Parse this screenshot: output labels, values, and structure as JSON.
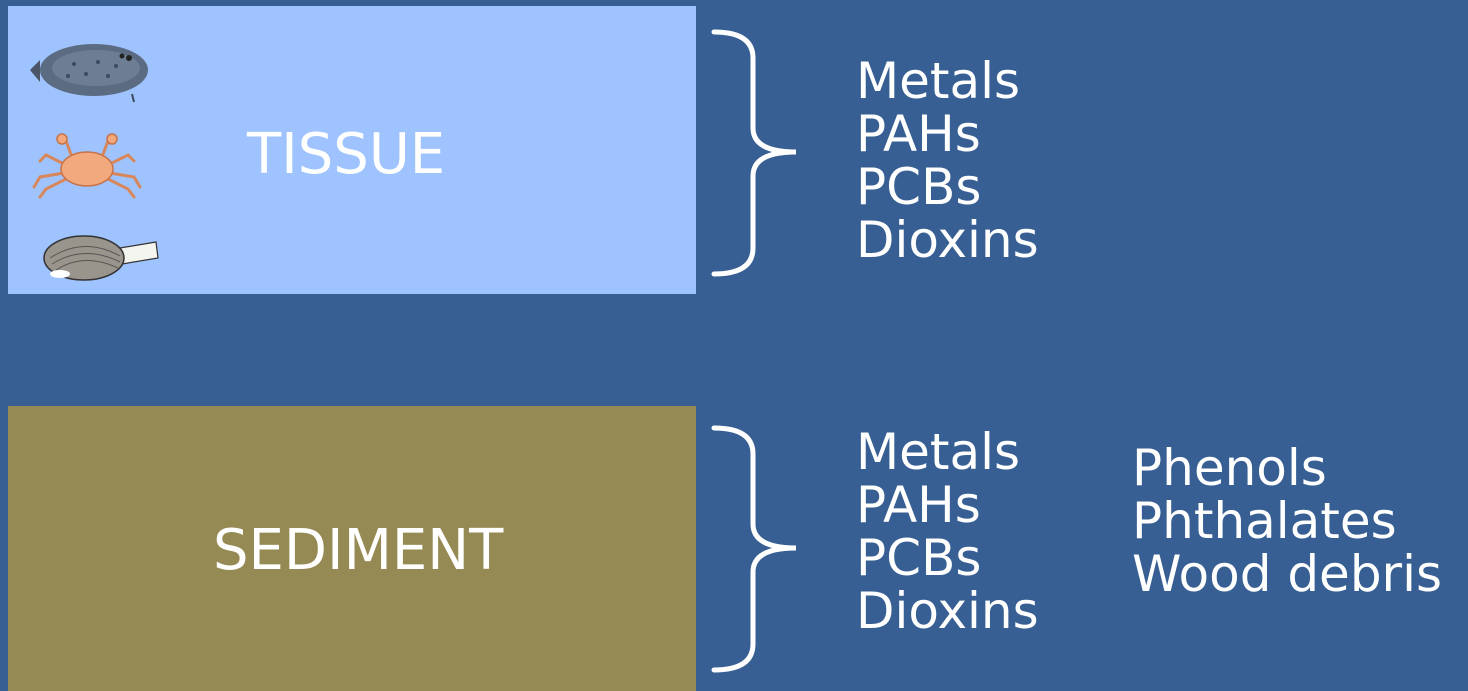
{
  "colors": {
    "background": "#375f93",
    "tissue_box": "#9ec3fe",
    "sediment_box": "#958a54",
    "text": "#ffffff"
  },
  "tissue": {
    "label": "TISSUE",
    "organisms": [
      "flatfish-icon",
      "crab-icon",
      "clam-icon"
    ],
    "analytes": [
      "Metals",
      "PAHs",
      "PCBs",
      "Dioxins"
    ]
  },
  "sediment": {
    "label": "SEDIMENT",
    "analytes": [
      "Metals",
      "PAHs",
      "PCBs",
      "Dioxins"
    ],
    "additional_analytes": [
      "Phenols",
      "Phthalates",
      "Wood debris"
    ]
  }
}
